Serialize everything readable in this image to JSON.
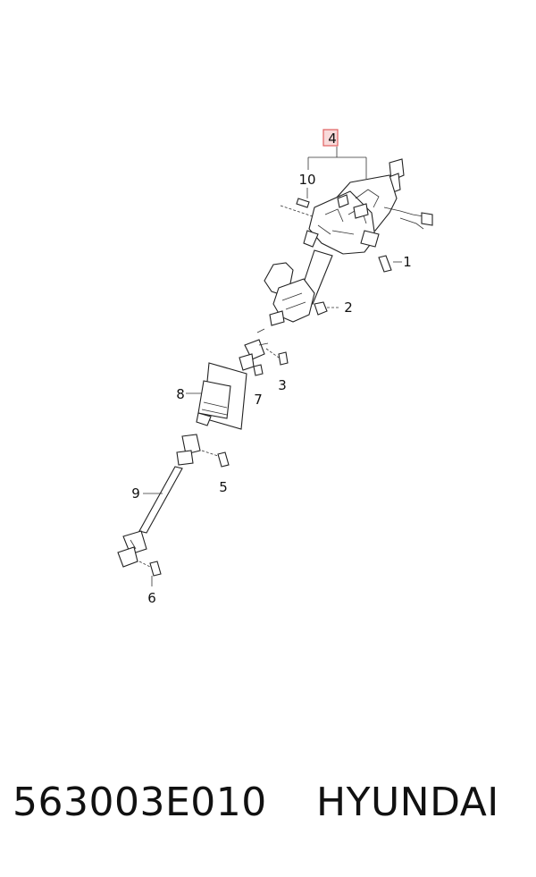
{
  "callouts": {
    "c4": "4",
    "c10": "10",
    "c1": "1",
    "c2": "2",
    "c3": "3",
    "c7": "7",
    "c8": "8",
    "c5": "5",
    "c9": "9",
    "c6": "6"
  },
  "footer": {
    "part_number": "563003E010",
    "brand": "HYUNDAI"
  },
  "colors": {
    "highlight_box": "#e06060",
    "highlight_fill": "#f8dada",
    "line": "#222222"
  }
}
